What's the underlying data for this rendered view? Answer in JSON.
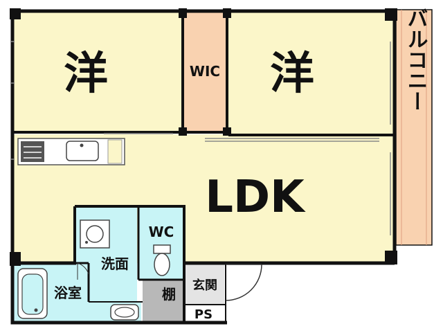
{
  "rooms": {
    "western_left": "洋",
    "wic": "WIC",
    "western_right": "洋",
    "balcony": "バルコニー",
    "ldk": "LDK",
    "wc": "WC",
    "washroom": "洗面",
    "bathroom": "浴室",
    "shelf": "棚",
    "entrance": "玄関",
    "ps": "PS"
  },
  "colors": {
    "room_fill": "#fbf6c9",
    "wic_fill": "#f9d2b0",
    "balcony_fill": "#f9d2b0",
    "wet_fill": "#c8f4f6",
    "shelf_fill": "#b8b8b8",
    "entrance_fill": "#e4e4e4",
    "wall": "#111111"
  }
}
